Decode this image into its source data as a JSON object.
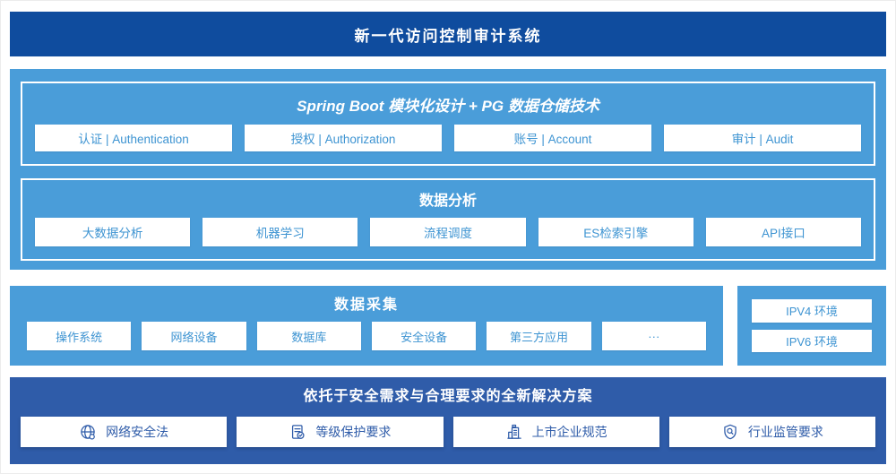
{
  "banner": {
    "title": "新一代访问控制审计系统"
  },
  "platform": {
    "modules": {
      "title": "Spring Boot 模块化设计 + PG 数据仓储技术",
      "items": [
        "认证 | Authentication",
        "授权 | Authorization",
        "账号 | Account",
        "审计 | Audit"
      ]
    },
    "analysis": {
      "title": "数据分析",
      "items": [
        "大数据分析",
        "机器学习",
        "流程调度",
        "ES检索引擎",
        "API接口"
      ]
    }
  },
  "collection": {
    "title": "数据采集",
    "items": [
      "操作系统",
      "网络设备",
      "数据库",
      "安全设备",
      "第三方应用",
      "···"
    ]
  },
  "environment": {
    "items": [
      "IPV4 环境",
      "IPV6 环境"
    ]
  },
  "solution": {
    "title": "依托于安全需求与合理要求的全新解决方案",
    "items": [
      {
        "icon": "globe-network-icon",
        "label": "网络安全法"
      },
      {
        "icon": "document-check-icon",
        "label": "等级保护要求"
      },
      {
        "icon": "building-icon",
        "label": "上市企业规范"
      },
      {
        "icon": "shield-search-icon",
        "label": "行业监管要求"
      }
    ]
  },
  "colors": {
    "banner_bg": "#0F4C9E",
    "panel_bg": "#4A9DD9",
    "solution_bg": "#2F5CA9",
    "box_text_blue": "#3E94D2",
    "solution_text": "#2F5CA9",
    "box_bg": "#FFFFFF"
  }
}
